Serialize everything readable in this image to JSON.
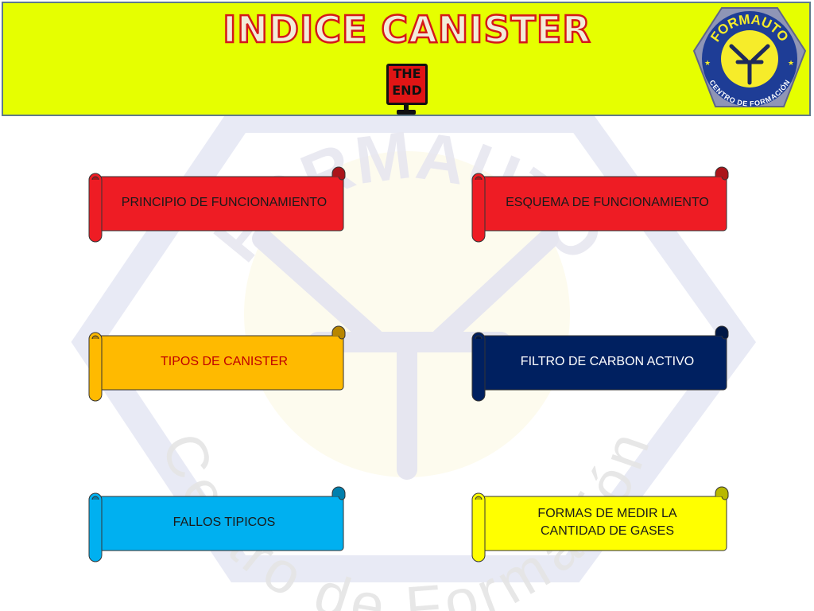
{
  "header": {
    "title": "INDICE CANISTER",
    "end_sign_line1": "THE",
    "end_sign_line2": "END",
    "logo_top_text": "FORMAUTO",
    "logo_bottom_text": "CENTRO DE FORMACIÓN",
    "background_color": "#e6ff00"
  },
  "watermark": {
    "line1": "FORMAUTO",
    "line2": "Centro de Formación"
  },
  "menu": [
    {
      "label": "PRINCIPIO DE FUNCIONAMIENTO",
      "color": "#ee1c24",
      "text_color": "#1a1a1a"
    },
    {
      "label": "ESQUEMA DE FUNCIONAMIENTO",
      "color": "#ee1c24",
      "text_color": "#1a1a1a"
    },
    {
      "label": "TIPOS DE CANISTER",
      "color": "#ffba00",
      "text_color": "#c00000"
    },
    {
      "label": "FILTRO DE CARBON ACTIVO",
      "color": "#002060",
      "text_color": "#ffffff"
    },
    {
      "label": "FALLOS TIPICOS",
      "color": "#00b0f0",
      "text_color": "#1a1a1a"
    },
    {
      "label": "FORMAS DE MEDIR LA\nCANTIDAD DE GASES",
      "color": "#ffff00",
      "text_color": "#1a1a1a"
    }
  ]
}
